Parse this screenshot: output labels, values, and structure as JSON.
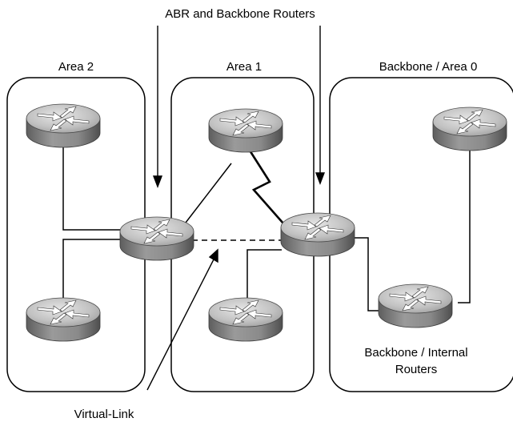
{
  "labels": {
    "top_annotation": "ABR and Backbone Routers",
    "area2": "Area 2",
    "area1": "Area 1",
    "area0": "Backbone / Area 0",
    "internal_line1": "Backbone / Internal",
    "internal_line2": "Routers",
    "virtual_link": "Virtual-Link"
  },
  "colors": {
    "router_top": "#c9c9c9",
    "router_body": "#8f8f8f",
    "router_dark": "#5e5e5e",
    "arrow_white": "#ffffff",
    "line": "#000000"
  }
}
